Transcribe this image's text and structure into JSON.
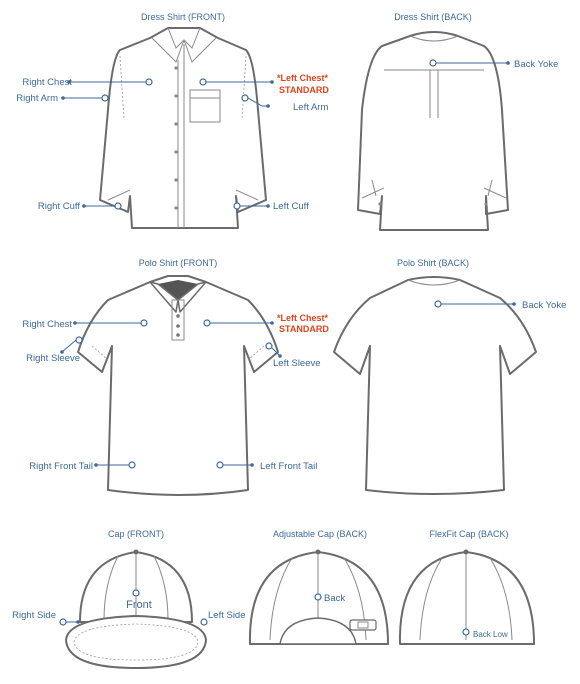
{
  "views": {
    "dress_front": "Dress Shirt (FRONT)",
    "dress_back": "Dress Shirt (BACK)",
    "polo_front": "Polo Shirt (FRONT)",
    "polo_back": "Polo Shirt (BACK)",
    "cap_front": "Cap (FRONT)",
    "adj_cap_back": "Adjustable Cap (BACK)",
    "flexfit_back": "FlexFit Cap (BACK)"
  },
  "labels": {
    "right_chest": "Right Chest",
    "right_arm": "Right Arm",
    "left_chest_star": "*Left Chest*",
    "standard": "STANDARD",
    "left_arm": "Left Arm",
    "right_cuff": "Right Cuff",
    "left_cuff": "Left Cuff",
    "back_yoke": "Back Yoke",
    "polo_right_chest": "Right Chest",
    "polo_left_chest_star": "*Left Chest*",
    "polo_standard": "STANDARD",
    "right_sleeve": "Right Sleeve",
    "left_sleeve": "Left Sleeve",
    "right_front_tail": "Right Front Tail",
    "left_front_tail": "Left Front Tail",
    "polo_back_yoke": "Back Yoke",
    "cap_right_side": "Right Side",
    "cap_front": "Front",
    "cap_left_side": "Left Side",
    "adj_back": "Back",
    "back_low": "Back Low"
  },
  "colors": {
    "label_blue": "#3d6a9a",
    "standard_red": "#e0441a",
    "outline_gray": "#6b6b6b"
  }
}
